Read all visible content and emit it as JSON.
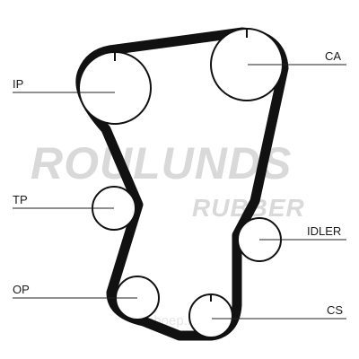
{
  "watermark": {
    "brand": "ROULUNDS",
    "sub": "RUBBER",
    "site": "oboep.ru"
  },
  "labels": {
    "ip": "IP",
    "ca": "CA",
    "tp": "TP",
    "idler": "IDLER",
    "op": "OP",
    "cs": "CS"
  },
  "colors": {
    "belt": "#111111",
    "pulley": "#111111",
    "leader": "#222222",
    "watermark": "#d9d9d9"
  }
}
